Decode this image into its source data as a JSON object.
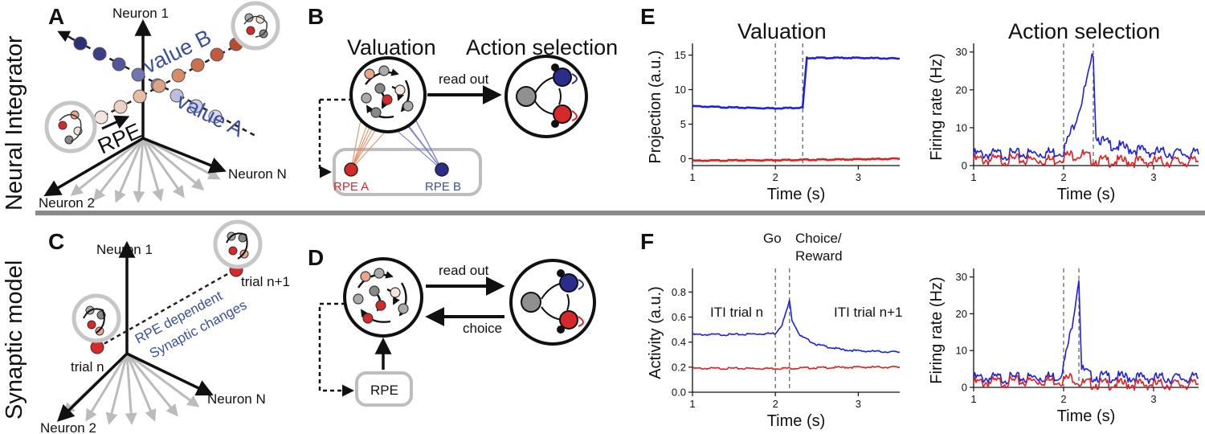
{
  "row_labels": {
    "top": "Neural Integrator",
    "bottom": "Synaptic model"
  },
  "panels": {
    "A": "A",
    "B": "B",
    "C": "C",
    "D": "D",
    "E": "E",
    "F": "F"
  },
  "panel_A": {
    "axis_1": "Neuron 1",
    "axis_2": "Neuron 2",
    "axis_n": "Neuron N",
    "value_b": "value B",
    "value_a": "value A",
    "rpe": "RPE"
  },
  "panel_B": {
    "valuation": "Valuation",
    "action_selection": "Action selection",
    "read_out": "read out",
    "rpe_a": "RPE A",
    "rpe_b": "RPE B"
  },
  "panel_C": {
    "axis_1": "Neuron 1",
    "axis_2": "Neuron 2",
    "axis_n": "Neuron N",
    "trial_n": "trial n",
    "trial_n1": "trial n+1",
    "rpe_dependent": "RPE dependent",
    "synaptic_changes": "Synaptic changes"
  },
  "panel_D": {
    "read_out": "read out",
    "choice": "choice",
    "rpe": "RPE"
  },
  "panel_E": {
    "title_left": "Valuation",
    "title_right": "Action selection"
  },
  "panel_F": {
    "go": "Go",
    "choice_reward_1": "Choice/",
    "choice_reward_2": "Reward",
    "iti_n": "ITI trial n",
    "iti_n1": "ITI trial n+1"
  },
  "colors": {
    "blue": "#1f1fe0",
    "red": "#e01f1f",
    "rpe_text_blue": "#3a4fa0"
  },
  "chart_data": [
    {
      "id": "E-left",
      "type": "line",
      "xlabel": "Time (s)",
      "ylabel": "Projection (a.u.)",
      "xlim": [
        1,
        3.5
      ],
      "ylim": [
        -1,
        16
      ],
      "xticks": [
        1,
        2,
        3
      ],
      "yticks": [
        0,
        5,
        10,
        15
      ],
      "vlines": [
        2.0,
        2.33
      ],
      "series": [
        {
          "color": "blue",
          "x": [
            1.0,
            1.5,
            2.0,
            2.33,
            2.33,
            2.38,
            3.0,
            3.5
          ],
          "y": [
            7.6,
            7.4,
            7.3,
            7.4,
            7.6,
            14.6,
            14.6,
            14.5
          ]
        },
        {
          "color": "red",
          "x": [
            1.0,
            2.0,
            3.0,
            3.5
          ],
          "y": [
            -0.3,
            -0.2,
            -0.1,
            0.0
          ]
        }
      ]
    },
    {
      "id": "E-right",
      "type": "line",
      "xlabel": "Time (s)",
      "ylabel": "Firing rate (Hz)",
      "xlim": [
        1,
        3.5
      ],
      "ylim": [
        0,
        31
      ],
      "xticks": [
        1,
        2,
        3
      ],
      "yticks": [
        0,
        10,
        20,
        30
      ],
      "vlines": [
        2.0,
        2.33
      ],
      "series": [
        {
          "color": "blue",
          "x": [
            1.0,
            1.5,
            1.9,
            2.0,
            2.1,
            2.2,
            2.3,
            2.33,
            2.36,
            2.45,
            2.7,
            3.0,
            3.5
          ],
          "y": [
            3,
            3,
            3.5,
            4,
            10,
            17,
            26,
            30,
            8,
            6,
            4.5,
            3.5,
            3
          ]
        },
        {
          "color": "red",
          "x": [
            1.0,
            1.9,
            2.0,
            2.2,
            2.33,
            2.4,
            3.0,
            3.5
          ],
          "y": [
            1.5,
            1.5,
            2.5,
            3,
            1.5,
            1.2,
            1,
            1
          ]
        }
      ]
    },
    {
      "id": "F-left",
      "type": "line",
      "xlabel": "Time (s)",
      "ylabel": "Activity (a.u.)",
      "xlim": [
        1,
        3.5
      ],
      "ylim": [
        0,
        0.95
      ],
      "xticks": [
        1,
        2,
        3
      ],
      "yticks": [
        0.0,
        0.2,
        0.4,
        0.6,
        0.8
      ],
      "vlines": [
        2.0,
        2.17
      ],
      "series": [
        {
          "color": "blue",
          "x": [
            1.0,
            1.5,
            2.0,
            2.08,
            2.14,
            2.17,
            2.2,
            2.3,
            2.5,
            2.8,
            3.0,
            3.5
          ],
          "y": [
            0.46,
            0.46,
            0.47,
            0.54,
            0.66,
            0.73,
            0.58,
            0.45,
            0.38,
            0.34,
            0.33,
            0.32
          ]
        },
        {
          "color": "red",
          "x": [
            1.0,
            2.0,
            3.0,
            3.5
          ],
          "y": [
            0.19,
            0.19,
            0.2,
            0.2
          ]
        }
      ]
    },
    {
      "id": "F-right",
      "type": "line",
      "xlabel": "Time (s)",
      "ylabel": "Firing rate (Hz)",
      "xlim": [
        1,
        3.5
      ],
      "ylim": [
        0,
        31
      ],
      "xticks": [
        1,
        2,
        3
      ],
      "yticks": [
        0,
        10,
        20,
        30
      ],
      "vlines": [
        2.0,
        2.17
      ],
      "series": [
        {
          "color": "blue",
          "x": [
            1.0,
            1.5,
            1.95,
            2.0,
            2.08,
            2.14,
            2.17,
            2.2,
            2.3,
            3.0,
            3.5
          ],
          "y": [
            2.5,
            2.5,
            3,
            6,
            15,
            25,
            30,
            5,
            3,
            2.5,
            2.5
          ]
        },
        {
          "color": "red",
          "x": [
            1.0,
            2.0,
            2.1,
            2.2,
            3.0,
            3.5
          ],
          "y": [
            1.2,
            2,
            2.8,
            1,
            0.8,
            0.8
          ]
        }
      ]
    }
  ]
}
